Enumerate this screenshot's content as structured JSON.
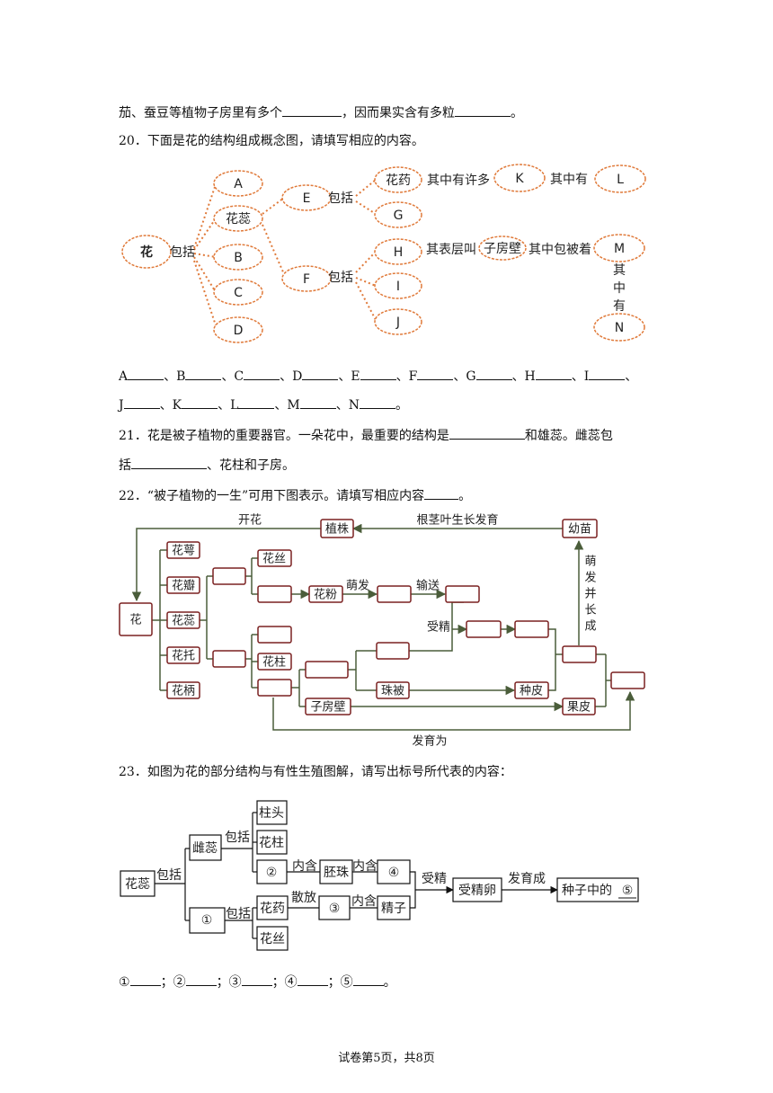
{
  "q19_tail": {
    "pre": "茄、蚕豆等植物子房里有多个",
    "mid": "，因而果实含有多粒",
    "post": "。"
  },
  "q20": {
    "stem": "20．下面是花的结构组成概念图，请填写相应的内容。",
    "nodes": {
      "root": "花",
      "A": "A",
      "stamen": "花蕊",
      "B": "B",
      "C": "C",
      "D": "D",
      "E": "E",
      "F": "F",
      "anther": "花药",
      "G": "G",
      "K": "K",
      "L": "L",
      "H": "H",
      "ovary_wall": "子房壁",
      "M": "M",
      "I": "I",
      "J": "J",
      "N": "N"
    },
    "edges": {
      "root_inc": "包括",
      "E_inc": "包括",
      "F_inc": "包括",
      "many": "其中有许多",
      "has": "其中有",
      "outer": "其表层叫",
      "wrapped": "其中包被着",
      "has_v": [
        "其",
        "中",
        "有"
      ]
    },
    "answer_labels": [
      "A",
      "B",
      "C",
      "D",
      "E",
      "F",
      "G",
      "H",
      "I",
      "J",
      "K",
      "L",
      "M",
      "N"
    ],
    "sep": "、",
    "end": "。"
  },
  "q21": {
    "line1_pre": "21．花是被子植物的重要器官。一朵花中，最重要的结构是",
    "line1_post": "和雄蕊。雌蕊包",
    "line2_pre": "括",
    "line2_post": "、花柱和子房。"
  },
  "q22": {
    "stem_pre": "22．“被子植物的一生”可用下图表示。请填写相应内容",
    "stem_post": "。",
    "labels": {
      "bloom": "开花",
      "plant": "植株",
      "grow": "根茎叶生长发育",
      "seedling": "幼苗",
      "sprout_v": [
        "萌",
        "发",
        "并",
        "长",
        "成"
      ],
      "flower": "花",
      "sepal": "花萼",
      "petal": "花瓣",
      "stamen": "花蕊",
      "receptacle": "花托",
      "pedicel": "花柄",
      "filament": "花丝",
      "pollen": "花粉",
      "germ": "萌发",
      "transport": "输送",
      "fert": "受精",
      "style": "花柱",
      "integument": "珠被",
      "seedcoat": "种皮",
      "ovarywall": "子房壁",
      "pericarp": "果皮",
      "develop": "发育为"
    }
  },
  "q23": {
    "stem": "23．如图为花的部分结构与有性生殖图解，请写出标号所代表的内容：",
    "labels": {
      "stamen": "花蕊",
      "inc1": "包括",
      "pistil": "雌蕊",
      "inc2": "包括",
      "stigma": "柱头",
      "style": "花柱",
      "n2": "②",
      "contain1": "内含",
      "ovule": "胚珠",
      "contain2": "内含",
      "n4": "④",
      "fert": "受精",
      "zygote": "受精卵",
      "develop": "发育成",
      "seedpart": "种子中的",
      "n5": "⑤",
      "n1": "①",
      "inc3": "包括",
      "anther": "花药",
      "release": "散放",
      "n3": "③",
      "contain3": "内含",
      "sperm": "精子",
      "filament": "花丝"
    },
    "answers": [
      "①",
      "②",
      "③",
      "④",
      "⑤"
    ],
    "sep": "；",
    "end": "。"
  },
  "footer": "试卷第5页，共8页"
}
